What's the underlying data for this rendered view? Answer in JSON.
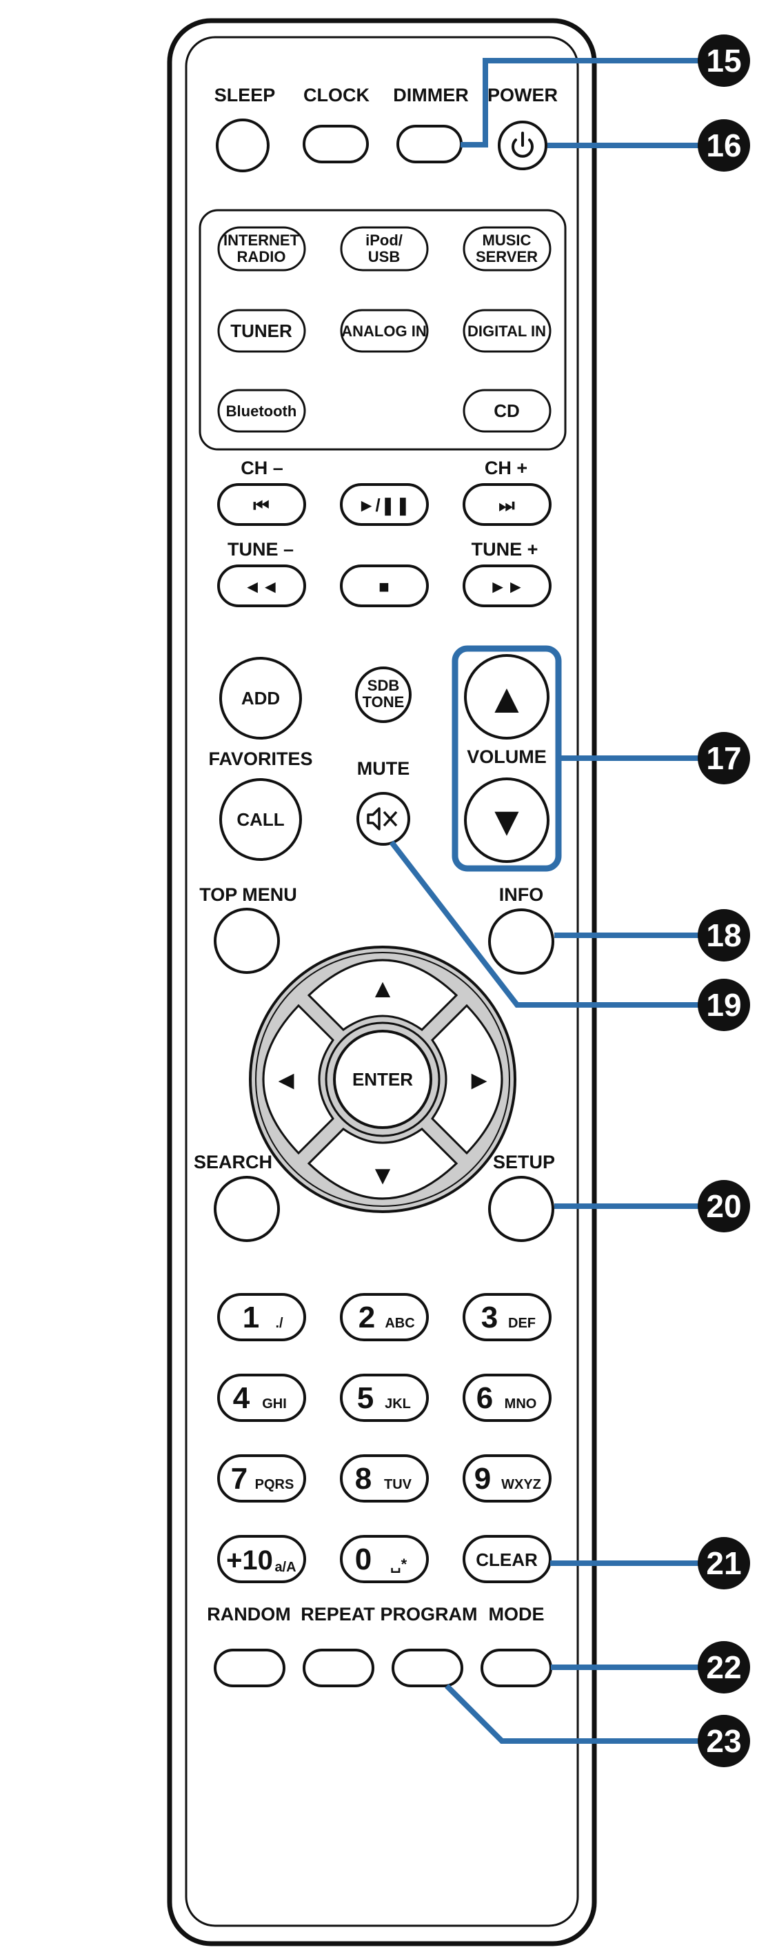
{
  "top_labels": {
    "sleep": "SLEEP",
    "clock": "CLOCK",
    "dimmer": "DIMMER",
    "power": "POWER"
  },
  "source_buttons": {
    "internet_radio": [
      "INTERNET",
      "RADIO"
    ],
    "ipod_usb": [
      "iPod/",
      "USB"
    ],
    "music_server": [
      "MUSIC",
      "SERVER"
    ],
    "tuner": "TUNER",
    "analog_in": "ANALOG IN",
    "digital_in": "DIGITAL IN",
    "bluetooth": "Bluetooth",
    "cd": "CD"
  },
  "transport": {
    "ch_minus": "CH –",
    "ch_plus": "CH +",
    "tune_minus": "TUNE –",
    "tune_plus": "TUNE +",
    "prev_glyph": "⏮",
    "play_pause_glyph": "►/❚❚",
    "next_glyph": "⏭",
    "rewind_glyph": "◄◄",
    "stop_glyph": "■",
    "forward_glyph": "►►"
  },
  "middle": {
    "add": "ADD",
    "sdb_tone": [
      "SDB",
      "TONE"
    ],
    "favorites": "FAVORITES",
    "call": "CALL",
    "mute": "MUTE",
    "mute_glyph": "🔇",
    "volume": "VOLUME",
    "vol_up_glyph": "▲",
    "vol_down_glyph": "▼"
  },
  "navigation": {
    "top_menu": "TOP MENU",
    "info": "INFO",
    "enter": "ENTER",
    "search": "SEARCH",
    "setup": "SETUP",
    "up_glyph": "▲",
    "down_glyph": "▼",
    "left_glyph": "◄",
    "right_glyph": "►"
  },
  "numpad": [
    {
      "digit": "1",
      "letters": "./"
    },
    {
      "digit": "2",
      "letters": "ABC"
    },
    {
      "digit": "3",
      "letters": "DEF"
    },
    {
      "digit": "4",
      "letters": "GHI"
    },
    {
      "digit": "5",
      "letters": "JKL"
    },
    {
      "digit": "6",
      "letters": "MNO"
    },
    {
      "digit": "7",
      "letters": "PQRS"
    },
    {
      "digit": "8",
      "letters": "TUV"
    },
    {
      "digit": "9",
      "letters": "WXYZ"
    },
    {
      "digit": "+10",
      "letters": "a/A"
    },
    {
      "digit": "0",
      "letters": "␣*"
    },
    {
      "digit": "CLEAR",
      "letters": ""
    }
  ],
  "bottom_labels": {
    "random": "RANDOM",
    "repeat": "REPEAT",
    "program": "PROGRAM",
    "mode": "MODE"
  },
  "callouts": [
    "15",
    "16",
    "17",
    "18",
    "19",
    "20",
    "21",
    "22",
    "23"
  ],
  "colors": {
    "callout_line": "#2f6eaa",
    "outline": "#111111",
    "nav_ring": "#cccccc"
  }
}
